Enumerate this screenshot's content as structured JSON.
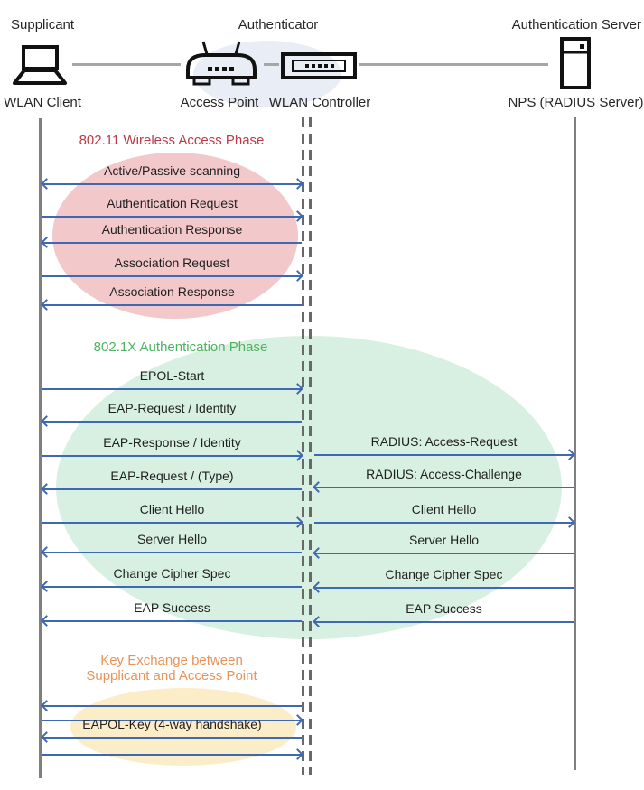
{
  "header": {
    "roles": [
      {
        "label": "Supplicant"
      },
      {
        "label": "Authenticator"
      },
      {
        "label": "Authentication Server"
      }
    ],
    "nodes": [
      {
        "label": "WLAN Client",
        "icon": "laptop-icon"
      },
      {
        "label": "Access Point",
        "icon": "access-point-icon"
      },
      {
        "label": "WLAN Controller",
        "icon": "wlan-controller-icon"
      },
      {
        "label": "NPS (RADIUS Server)",
        "icon": "server-icon"
      }
    ]
  },
  "phases": [
    {
      "title": "802.11 Wireless Access Phase",
      "color": "#BC3A45"
    },
    {
      "title": "802.1X Authentication Phase",
      "color": "#4DB361"
    },
    {
      "title": "Key Exchange between",
      "title2": "Supplicant and Access Point",
      "color": "#E8935A"
    }
  ],
  "messages_left": [
    {
      "label": "Active/Passive scanning",
      "direction": "both"
    },
    {
      "label": "Authentication Request",
      "direction": "right"
    },
    {
      "label": "Authentication Response",
      "direction": "left"
    },
    {
      "label": "Association Request",
      "direction": "right"
    },
    {
      "label": "Association Response",
      "direction": "left"
    },
    {
      "label": "EPOL-Start",
      "direction": "right"
    },
    {
      "label": "EAP-Request / Identity",
      "direction": "left"
    },
    {
      "label": "EAP-Response / Identity",
      "direction": "right"
    },
    {
      "label": "EAP-Request / (Type)",
      "direction": "left"
    },
    {
      "label": "Client Hello",
      "direction": "right"
    },
    {
      "label": "Server Hello",
      "direction": "left"
    },
    {
      "label": "Change Cipher Spec",
      "direction": "left"
    },
    {
      "label": "EAP Success",
      "direction": "left"
    }
  ],
  "messages_right": [
    {
      "label": "RADIUS: Access-Request",
      "direction": "right"
    },
    {
      "label": "RADIUS: Access-Challenge",
      "direction": "left"
    },
    {
      "label": "Client Hello",
      "direction": "right"
    },
    {
      "label": "Server Hello",
      "direction": "left"
    },
    {
      "label": "Change Cipher Spec",
      "direction": "left"
    },
    {
      "label": "EAP Success",
      "direction": "left"
    }
  ],
  "key_exchange": {
    "label": "EAPOL-Key (4-way handshake)",
    "arrows": [
      {
        "direction": "left"
      },
      {
        "direction": "right"
      },
      {
        "direction": "left"
      },
      {
        "direction": "right"
      }
    ]
  },
  "colors": {
    "arrow": "#3E68B1",
    "lifeline": "#7F7F7F",
    "dashed_lifeline": "#696969",
    "connector": "#A6A6A6",
    "phase_red_fill": "#F2C8CB",
    "phase_green_fill": "#D8F0E1",
    "phase_yellow_fill": "#FCEDC9",
    "hub_fill": "#E9EDF6",
    "title_red": "#BC3A45",
    "title_green": "#4DB361",
    "title_orange": "#E8935A"
  }
}
